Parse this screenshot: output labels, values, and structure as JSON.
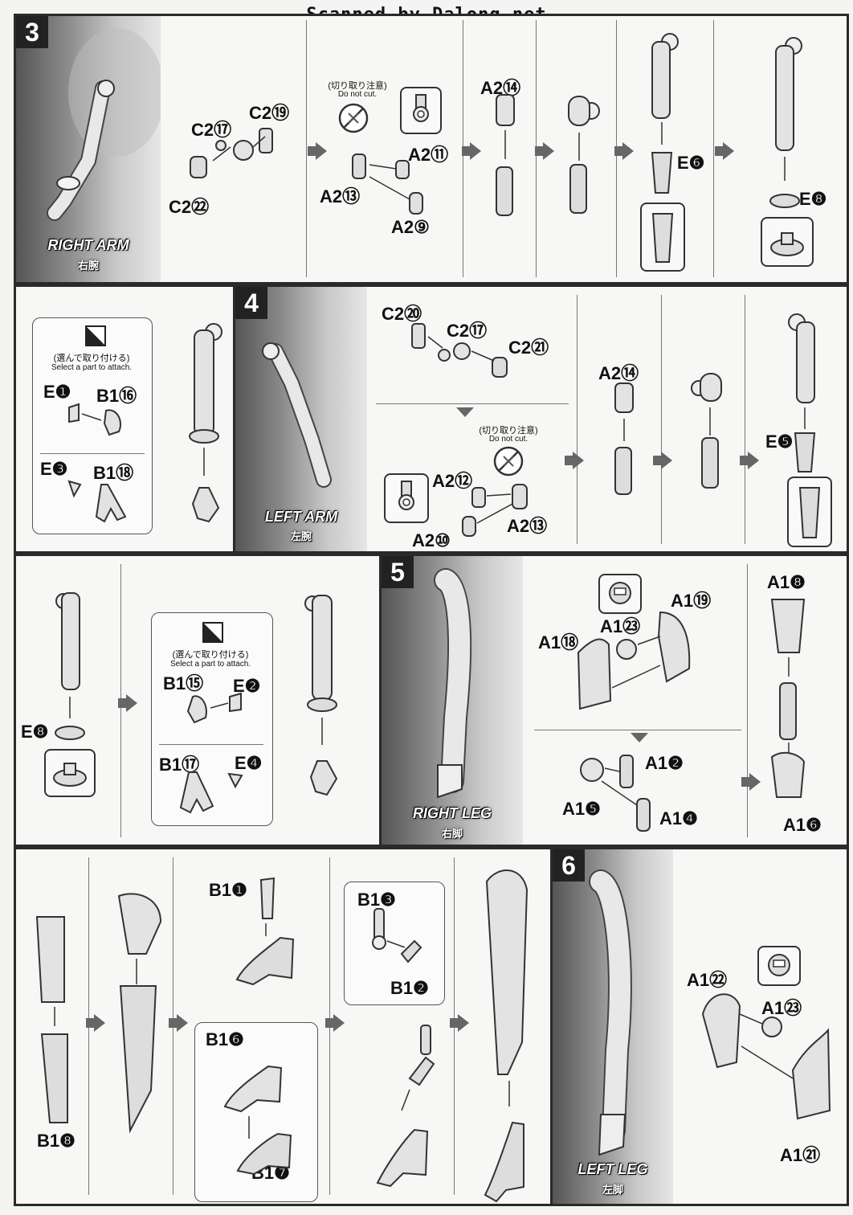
{
  "watermark": "Scanned by Dalong.net",
  "notes": {
    "do_not_cut_jp": "(切り取り注意)",
    "do_not_cut_en": "Do not cut.",
    "select_jp": "(選んで取り付ける)",
    "select_en": "Select a part to attach."
  },
  "steps": {
    "step3": {
      "number": "3",
      "banner": "RIGHT ARM",
      "banner_jp": "右腕",
      "parts": [
        "C2⑲",
        "C2⑰",
        "C2㉒",
        "A2⑪",
        "A2⑬",
        "A2⑨",
        "A2⑭",
        "E❻",
        "E❽"
      ]
    },
    "step3b": {
      "parts": [
        "E❶",
        "B1⑯",
        "E❸",
        "B1⑱"
      ]
    },
    "step4": {
      "number": "4",
      "banner": "LEFT ARM",
      "banner_jp": "左腕",
      "parts": [
        "C2⑳",
        "C2⑰",
        "C2㉑",
        "A2⑫",
        "A2⑩",
        "A2⑬",
        "A2⑭",
        "E❺"
      ]
    },
    "step4b": {
      "parts": [
        "E❽",
        "B1⑮",
        "E❷",
        "B1⑰",
        "E❹"
      ]
    },
    "step5": {
      "number": "5",
      "banner": "RIGHT LEG",
      "banner_jp": "右脚",
      "parts": [
        "A1㉓",
        "A1⑲",
        "A1⑱",
        "A1❷",
        "A1❺",
        "A1❹",
        "A1❽",
        "A1❻"
      ]
    },
    "step5b": {
      "parts": [
        "B1❽",
        "B1❶",
        "B1❻",
        "B1❼",
        "B1❸",
        "B1❷"
      ]
    },
    "step6": {
      "number": "6",
      "banner": "LEFT LEG",
      "banner_jp": "左脚",
      "parts": [
        "A1㉒",
        "A1㉓",
        "A1㉑"
      ]
    }
  }
}
